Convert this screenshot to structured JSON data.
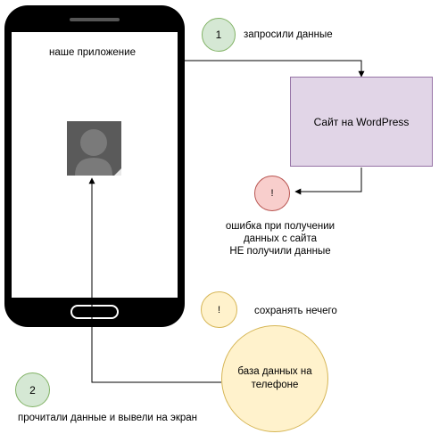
{
  "phone": {
    "app_label": "наше приложение"
  },
  "step1": {
    "number": "1",
    "label": "запросили данные",
    "color": "#d5e8d4",
    "border": "#82b366"
  },
  "wordpress": {
    "label": "Сайт на WordPress",
    "color": "#e1d5e7",
    "border": "#9673a6"
  },
  "error": {
    "symbol": "!",
    "lines": [
      "ошибка при получении",
      "данных с сайта",
      "НЕ получили данные"
    ],
    "color": "#f8cecc",
    "border": "#b85450"
  },
  "warning": {
    "symbol": "!",
    "label": "сохранять нечего",
    "color": "#fff2cc",
    "border": "#d6b656"
  },
  "database": {
    "lines": [
      "база данных на",
      "телефоне"
    ],
    "color": "#fff2cc",
    "border": "#d6b656"
  },
  "step2": {
    "number": "2",
    "label": "прочитали данные и вывели на экран",
    "color": "#d5e8d4",
    "border": "#82b366"
  }
}
